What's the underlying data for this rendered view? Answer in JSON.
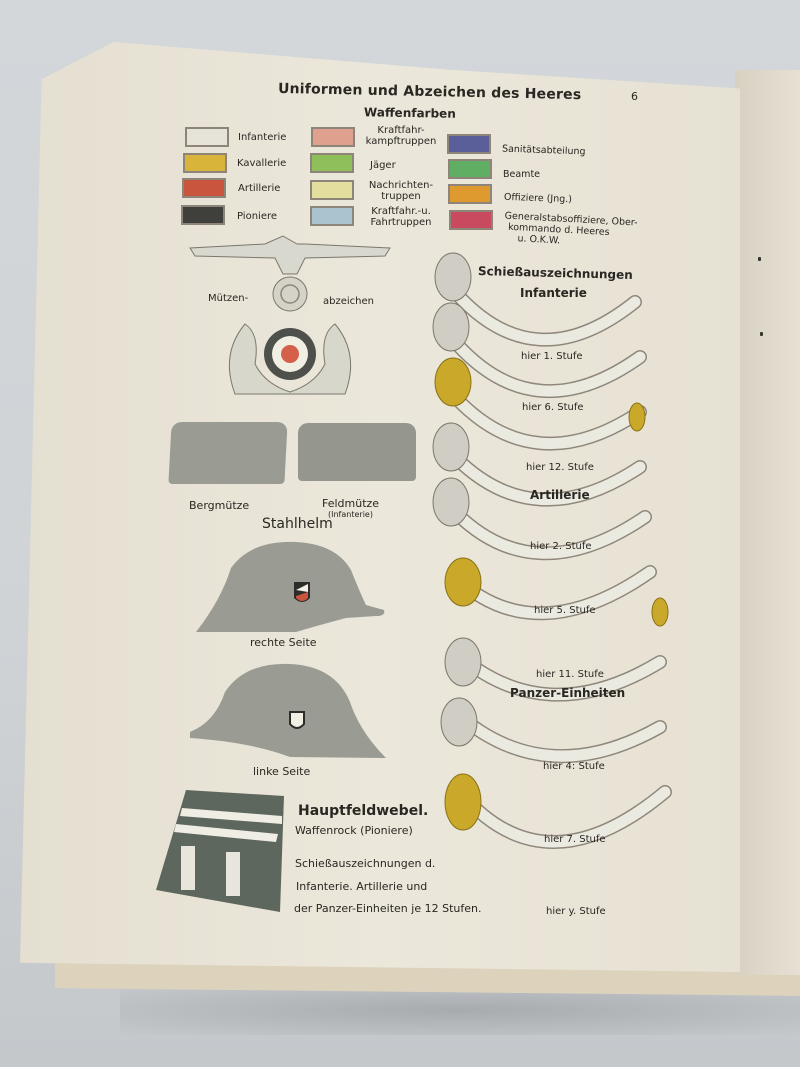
{
  "page": {
    "title": "Uniformen und Abzeichen des Heeres",
    "page_number": "6",
    "subtitle": "Waffenfarben"
  },
  "legend": {
    "col1": [
      {
        "label": "Infanterie",
        "color": "#e6e3d8"
      },
      {
        "label": "Kavallerie",
        "color": "#d9b43a"
      },
      {
        "label": "Artillerie",
        "color": "#c9553d"
      },
      {
        "label": "Pioniere",
        "color": "#3f403b"
      }
    ],
    "col2": [
      {
        "label_line1": "Kraftfahr-",
        "label_line2": "kampftruppen",
        "color": "#e0a08e"
      },
      {
        "label_line1": "Jäger",
        "label_line2": "",
        "color": "#8fbf5a"
      },
      {
        "label_line1": "Nachrichten-",
        "label_line2": "truppen",
        "color": "#e3dd9e"
      },
      {
        "label_line1": "Kraftfahr.-u.",
        "label_line2": "Fahrtruppen",
        "color": "#aac3cf"
      }
    ],
    "col3": [
      {
        "label_line1": "Sanitätsabteilung",
        "label_line2": "",
        "label_line3": "",
        "color": "#5a5f9a"
      },
      {
        "label_line1": "Beamte",
        "label_line2": "",
        "label_line3": "",
        "color": "#5fae63"
      },
      {
        "label_line1": "Offiziere (Jng.)",
        "label_line2": "",
        "label_line3": "",
        "color": "#de9a2e"
      },
      {
        "label_line1": "Generalstabsoffiziere, Ober-",
        "label_line2": "kommando d. Heeres",
        "label_line3": "u. O.K.W.",
        "color": "#c94a5e"
      }
    ]
  },
  "left_column": {
    "cap_badge_left": "Mützen-",
    "cap_badge_right": "abzeichen",
    "cap1": "Bergmütze",
    "cap2": "Feldmütze",
    "cap2_note": "(Infanterie)",
    "helmet_heading": "Stahlhelm",
    "helmet_right": "rechte Seite",
    "helmet_left": "linke Seite",
    "tab_heading": "Hauptfeldwebel.",
    "tab_sub": "Waffenrock (Pioniere)",
    "note_line1": "Schießauszeichnungen d.",
    "note_line2": "Infanterie. Artillerie und",
    "note_line3": "der Panzer-Einheiten je 12 Stufen."
  },
  "right_column": {
    "heading": "Schießauszeichnungen",
    "sections": [
      {
        "name": "Infanterie",
        "levels": [
          "hier 1. Stufe",
          "hier 6. Stufe",
          "hier 12. Stufe"
        ]
      },
      {
        "name": "Artillerie",
        "levels": [
          "hier 2. Stufe",
          "hier 5. Stufe",
          "hier 11. Stufe"
        ]
      },
      {
        "name": "Panzer-Einheiten",
        "levels": [
          "hier 4: Stufe",
          "hier 7. Stufe",
          "hier y. Stufe"
        ]
      }
    ]
  },
  "colors": {
    "paper": "#ebe7da",
    "ink": "#2a2622",
    "silver_cord": "#e9e8df",
    "gold_cord": "#c9a82a",
    "field_grey": "#9a9c94"
  }
}
